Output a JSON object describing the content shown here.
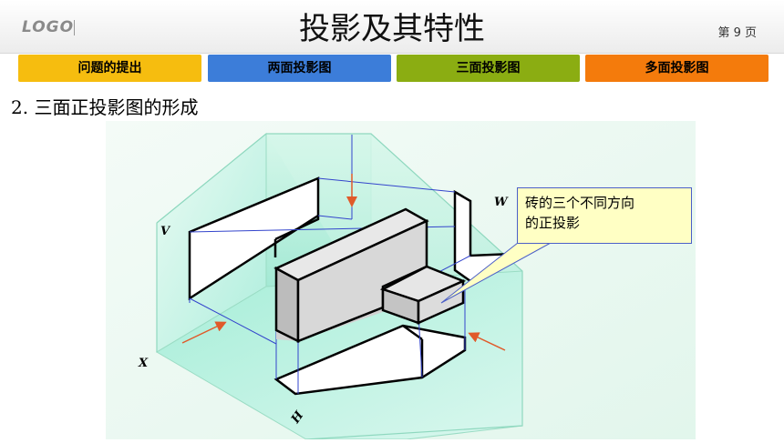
{
  "header": {
    "logo": "LOGO",
    "title": "投影及其特性",
    "page_label": "第 9 页"
  },
  "tabs": [
    {
      "label": "问题的提出",
      "color": "#f6bd0f"
    },
    {
      "label": "两面投影图",
      "color": "#3c7dd9"
    },
    {
      "label": "三面投影图",
      "color": "#8bad12"
    },
    {
      "label": "多面投影图",
      "color": "#f47b0c"
    }
  ],
  "section": {
    "heading": "2.  三面正投影图的形成"
  },
  "figure": {
    "labels": {
      "v": "V",
      "w": "W",
      "x": "X",
      "h": "H"
    },
    "callout": {
      "line1": "砖的三个不同方向",
      "line2": "的正投影"
    },
    "colors": {
      "box": "#b8f0dc",
      "edges": "#3344cc",
      "arrows": "#e05a2a",
      "callout_bg": "#ffffc4"
    }
  }
}
